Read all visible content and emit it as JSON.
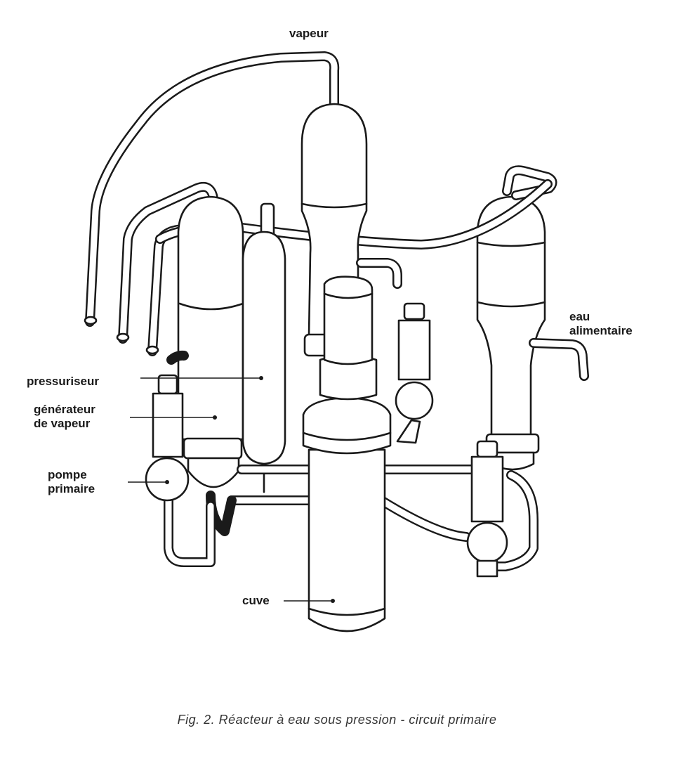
{
  "labels": {
    "vapeur_top": "vapeur",
    "eau_line1": "eau",
    "eau_line2": "alimentaire",
    "pressuriseur": "pressuriseur",
    "generateur_line1": "générateur",
    "generateur_line2": "de  vapeur",
    "pompe_line1": "pompe",
    "pompe_line2": "primaire",
    "cuve": "cuve"
  },
  "caption": "Fig. 2. Réacteur à eau sous pression - circuit primaire"
}
